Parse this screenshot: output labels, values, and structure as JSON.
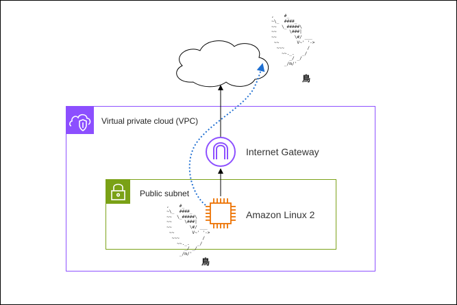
{
  "vpc": {
    "label": "Virtual private cloud (VPC)"
  },
  "subnet": {
    "label": "Public subnet"
  },
  "gateway": {
    "label": "Internet Gateway"
  },
  "instance": {
    "label": "Amazon Linux 2"
  },
  "ascii_art": {
    "bird_top": "   ,    #_\n   ~\\_  ####_\n   ~~  \\_#####\\\n   ~~     \\###|\n   ~~       \\#/ ___\n    ~~       V~' '->\n     ~~~         /\n       ~~._.   _/\n          _/ _/\n        _/m/'",
    "bird_bottom": "   ,    #_\n   ~\\_  ####_\n   ~~  \\_#####\\\n   ~~     \\###|\n   ~~       \\#/ ___\n    ~~       V~' '->\n     ~~~         /\n       ~~._.   _/\n          _/ _/\n        _/m/'",
    "kanji_top": "鳥",
    "kanji_bottom": "鳥"
  },
  "colors": {
    "vpc_border": "#8c4fff",
    "vpc_icon_bg": "#8c4fff",
    "subnet_border": "#7aa116",
    "subnet_icon_bg": "#7aa116",
    "gateway_icon": "#8c4fff",
    "instance_icon": "#ed7100",
    "dotted_path": "#1f6fd1",
    "arrow": "#000000"
  },
  "icons": {
    "vpc": "cloud-shield-icon",
    "subnet": "padlock-icon",
    "gateway": "arch-gateway-icon",
    "instance": "chip-icon",
    "internet": "cloud-icon"
  }
}
